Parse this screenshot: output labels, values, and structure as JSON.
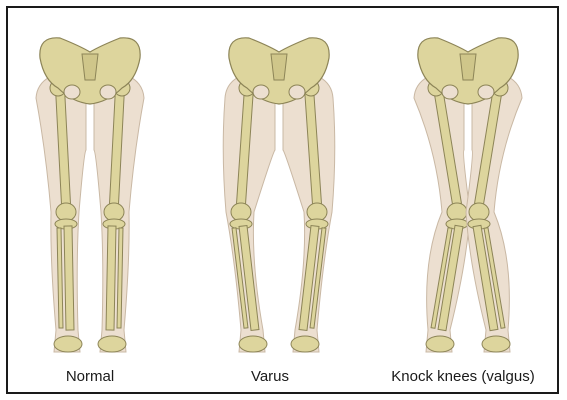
{
  "colors": {
    "border": "#1a1a1a",
    "leg_flesh": "#ecdfd0",
    "leg_outline": "#c9b8a4",
    "bone": "#ddd59d",
    "bone_outline": "#8c8457",
    "caption_text": "#1a1a1a"
  },
  "figures": [
    {
      "caption": "Normal",
      "type": "normal"
    },
    {
      "caption": "Varus",
      "type": "varus"
    },
    {
      "caption": "Knock knees (valgus)",
      "type": "valgus"
    }
  ]
}
